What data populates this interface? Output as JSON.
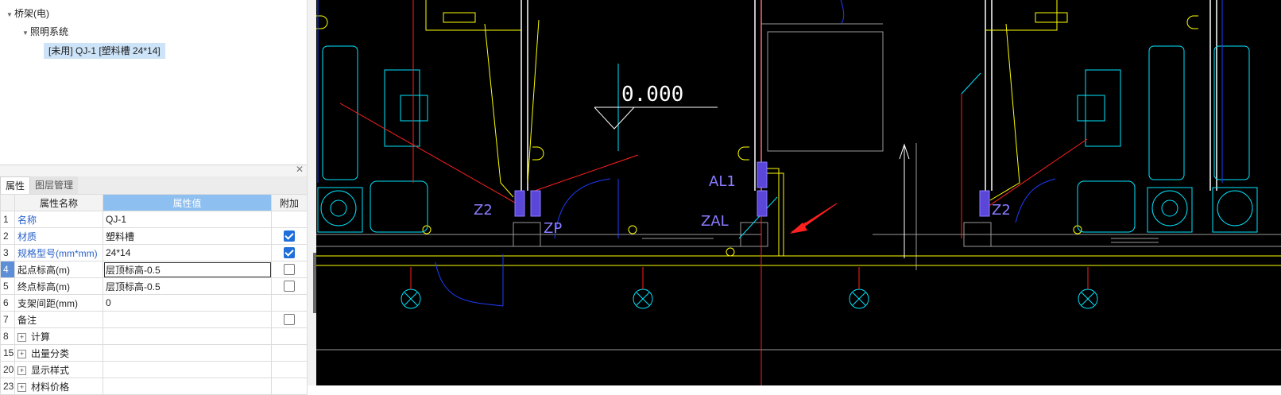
{
  "tree": {
    "root": "桥架(电)",
    "child": "照明系统",
    "leaf": "[未用] QJ-1 [塑料槽 24*14]"
  },
  "tabs": [
    "属性",
    "图层管理"
  ],
  "grid": {
    "headers": {
      "num": "",
      "name": "属性名称",
      "value": "属性值",
      "extra": "附加"
    },
    "rows": [
      {
        "num": "1",
        "name": "名称",
        "value": "QJ-1",
        "checkbox": "none",
        "blue": true
      },
      {
        "num": "2",
        "name": "材质",
        "value": "塑料槽",
        "checkbox": "checked",
        "blue": true
      },
      {
        "num": "3",
        "name": "规格型号(mm*mm)",
        "value": "24*14",
        "checkbox": "checked",
        "blue": true
      },
      {
        "num": "4",
        "name": "起点标高(m)",
        "value": "层顶标高-0.5",
        "checkbox": "unchecked",
        "blue": false
      },
      {
        "num": "5",
        "name": "终点标高(m)",
        "value": "层顶标高-0.5",
        "checkbox": "unchecked",
        "blue": false
      },
      {
        "num": "6",
        "name": "支架间距(mm)",
        "value": "0",
        "checkbox": "none",
        "blue": false
      },
      {
        "num": "7",
        "name": "备注",
        "value": "",
        "checkbox": "unchecked",
        "blue": false
      },
      {
        "num": "8",
        "name": "计算",
        "value": "",
        "checkbox": "none",
        "group": true
      },
      {
        "num": "15",
        "name": "出量分类",
        "value": "",
        "checkbox": "none",
        "group": true
      },
      {
        "num": "20",
        "name": "显示样式",
        "value": "",
        "checkbox": "none",
        "group": true
      },
      {
        "num": "23",
        "name": "材料价格",
        "value": "",
        "checkbox": "none",
        "group": true
      }
    ],
    "current_row": 3
  },
  "cad": {
    "elevation_text": "0.000",
    "labels": [
      "Z2",
      "ZP",
      "AL1",
      "ZAL",
      "Z2"
    ],
    "colors": {
      "background": "#000000",
      "wall": "#ffffff",
      "yellow": "#ffff00",
      "cyan": "#00e5ff",
      "red": "#ff2020",
      "blue": "#1e3cff",
      "purple": "#8a7cff"
    }
  }
}
